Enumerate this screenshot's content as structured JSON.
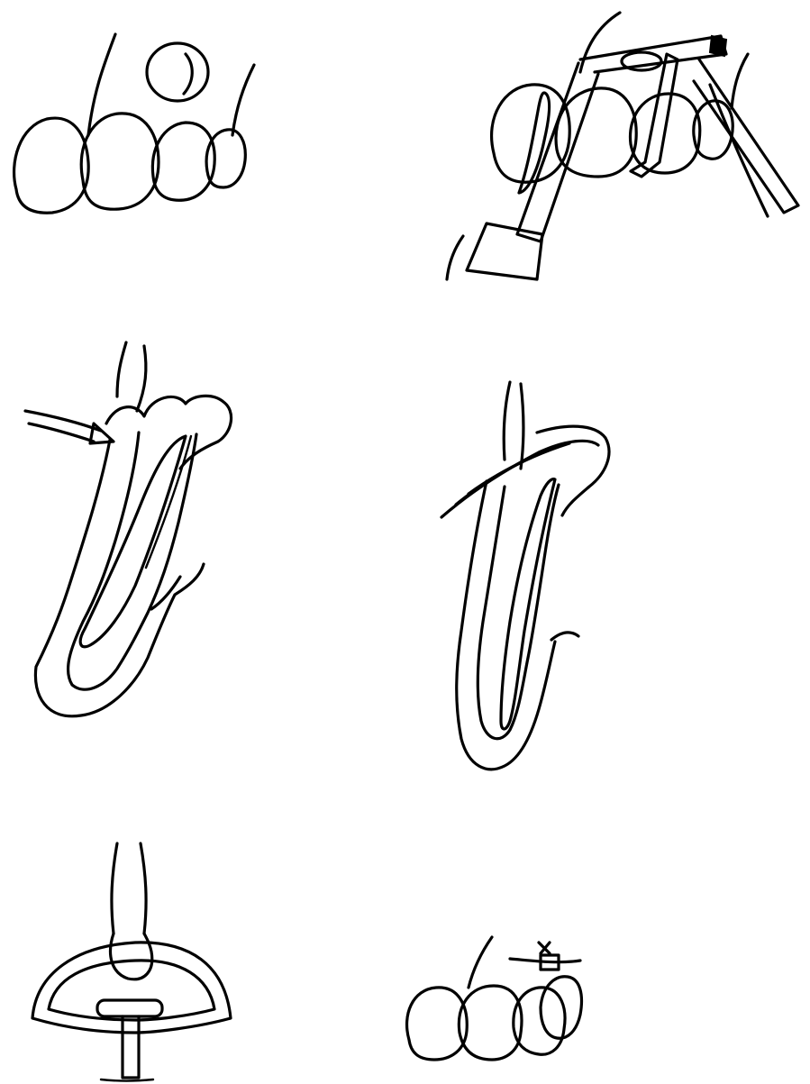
{
  "figure": {
    "panels": [
      {
        "id": "a",
        "icon": "front-teeth-with-gingival-circle-icon"
      },
      {
        "id": "b",
        "icon": "teeth-with-instruments-icon"
      },
      {
        "id": "c",
        "icon": "tooth-section-with-scalpel-icon"
      },
      {
        "id": "d",
        "icon": "tooth-section-with-flap-icon"
      },
      {
        "id": "e",
        "icon": "palatal-arch-with-post-icon"
      },
      {
        "id": "f",
        "icon": "teeth-with-small-graft-icon"
      }
    ],
    "colors": {
      "ink": "#000000",
      "paper": "#ffffff"
    }
  }
}
